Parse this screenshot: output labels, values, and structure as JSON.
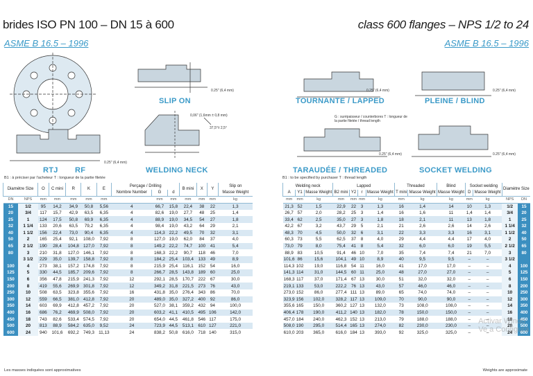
{
  "header": {
    "title_left": "brides ISO PN 100 – DN 15 à 600",
    "title_right": "class 600 flanges – NPS 1/2 to 24",
    "standard_left": "ASME B 16.5 – 1996",
    "standard_right": "ASME B 16.5 – 1996"
  },
  "diagram_labels": {
    "slip_on": "SLIP ON",
    "rtj": "RTJ",
    "rf": "RF",
    "welding_neck": "WELDING NECK",
    "lapped": "TOURNANTE / LAPPED",
    "blind": "PLEINE / BLIND",
    "threaded": "TARAUDÉE / THREADED",
    "socket_welding": "SOCKET WELDING",
    "dim_025": "0.25\" (6,4 mm)",
    "dim_006": "0,06\" (1,6mm ± 0,8 mm)",
    "angle": "37,5°± 2,5°",
    "g_note": "G : surépaisseur / counterbores  T : longueur de la partie filetée / thread length"
  },
  "footnotes": {
    "left": "B1 : à préciser par l'acheteur        T : longueur de la partie filetée",
    "right": "B1 : to be specified by purchaser        T : thread length",
    "bottom_left": "Les masses indiquées sont approximatives",
    "bottom_right": "Weights are approximate",
    "watermark_1": "Activar Windo",
    "watermark_2": "Ve a Configura"
  },
  "left_table": {
    "h_diametre": "Diamètre Size",
    "h_o": "O",
    "h_c": "C mini",
    "h_r": "R",
    "h_k": "K",
    "h_e": "E",
    "h_percage": "Perçage / Drilling",
    "h_nombre": "Nombre Number",
    "h_g": "G",
    "h_d": "d",
    "h_b": "B mini",
    "h_x": "X",
    "h_y": "Y",
    "h_slipon": "Slip on",
    "h_masse": "Masse Weight",
    "u_dn": "DN",
    "u_nps": "NPS",
    "u_mm": "mm",
    "u_kg": "kg",
    "rows": [
      [
        "15",
        "1/2",
        "95",
        "14,2",
        "34,9",
        "50,8",
        "5,56",
        "4",
        "66,7",
        "15,8",
        "22,4",
        "38",
        "22",
        "1,3"
      ],
      [
        "20",
        "3/4",
        "117",
        "15,7",
        "42,9",
        "63,5",
        "6,35",
        "4",
        "82,6",
        "19,0",
        "27,7",
        "48",
        "25",
        "1,4"
      ],
      [
        "25",
        "1",
        "124",
        "17,5",
        "50,8",
        "69,9",
        "6,35",
        "4",
        "88,9",
        "19,0",
        "34,5",
        "54",
        "27",
        "1,8"
      ],
      [
        "32",
        "1 1/4",
        "133",
        "20,6",
        "63,5",
        "79,2",
        "6,35",
        "4",
        "98,4",
        "19,0",
        "43,2",
        "64",
        "29",
        "2,1"
      ],
      [
        "40",
        "1 1/2",
        "156",
        "22,4",
        "73,0",
        "90,4",
        "6,35",
        "4",
        "114,3",
        "22,2",
        "49,5",
        "70",
        "32",
        "3,1"
      ],
      [
        "50",
        "2",
        "165",
        "25,4",
        "92,1",
        "108,0",
        "7,92",
        "8",
        "127,0",
        "19,0",
        "62,0",
        "84",
        "37",
        "4,0"
      ],
      [
        "65",
        "2 1/2",
        "190",
        "28,4",
        "104,8",
        "127,0",
        "7,92",
        "8",
        "149,2",
        "22,2",
        "74,7",
        "100",
        "41",
        "5,4"
      ],
      [
        "80",
        "3",
        "210",
        "31,8",
        "127,0",
        "146,1",
        "7,92",
        "8",
        "168,3",
        "22,2",
        "90,7",
        "118",
        "46",
        "7,0"
      ],
      [
        "",
        "3 1/2",
        "229",
        "35,0",
        "139,7",
        "158,8",
        "7,92",
        "8",
        "184,2",
        "25,4",
        "103,4",
        "133",
        "49",
        "8,9"
      ],
      [
        "100",
        "4",
        "273",
        "38,1",
        "157,2",
        "174,8",
        "7,92",
        "8",
        "215,9",
        "25,4",
        "116,1",
        "152",
        "54",
        "16,0"
      ],
      [
        "125",
        "5",
        "330",
        "44,5",
        "185,7",
        "209,6",
        "7,92",
        "8",
        "266,7",
        "28,5",
        "143,8",
        "189",
        "60",
        "25,0"
      ],
      [
        "150",
        "6",
        "356",
        "47,8",
        "215,9",
        "241,3",
        "7,92",
        "12",
        "292,1",
        "28,5",
        "170,7",
        "222",
        "67",
        "30,0"
      ],
      [
        "200",
        "8",
        "419",
        "55,6",
        "269,9",
        "301,8",
        "7,92",
        "12",
        "349,2",
        "31,8",
        "221,5",
        "273",
        "76",
        "43,0"
      ],
      [
        "250",
        "10",
        "508",
        "63,5",
        "323,8",
        "355,6",
        "7,92",
        "16",
        "431,8",
        "35,0",
        "276,4",
        "343",
        "86",
        "70,0"
      ],
      [
        "300",
        "12",
        "559",
        "66,5",
        "381,0",
        "412,8",
        "7,92",
        "20",
        "489,0",
        "35,0",
        "327,2",
        "400",
        "92",
        "86,0"
      ],
      [
        "350",
        "14",
        "603",
        "69,9",
        "412,8",
        "457,2",
        "7,92",
        "20",
        "527,0",
        "38,1",
        "359,2",
        "432",
        "94",
        "100,0"
      ],
      [
        "400",
        "16",
        "686",
        "76,2",
        "469,9",
        "508,0",
        "7,92",
        "20",
        "603,2",
        "41,1",
        "410,5",
        "495",
        "106",
        "142,0"
      ],
      [
        "450",
        "18",
        "743",
        "82,6",
        "533,4",
        "574,5",
        "7,92",
        "20",
        "654,0",
        "44,5",
        "461,8",
        "546",
        "117",
        "175,0"
      ],
      [
        "500",
        "20",
        "813",
        "88,9",
        "584,2",
        "635,0",
        "9,52",
        "24",
        "723,9",
        "44,5",
        "513,1",
        "610",
        "127",
        "221,0"
      ],
      [
        "600",
        "24",
        "940",
        "101,6",
        "692,2",
        "749,3",
        "11,13",
        "24",
        "838,2",
        "50,8",
        "616,0",
        "718",
        "140",
        "315,0"
      ]
    ]
  },
  "right_table": {
    "h_welding": "Welding neck",
    "h_lapped": "Lapped",
    "h_threaded": "Threaded",
    "h_blind": "Blind",
    "h_socket": "Socket welding",
    "h_a": "A",
    "h_y1": "Y1",
    "h_masse": "Masse Weight",
    "h_b2": "B2 mini",
    "h_y2": "Y2",
    "h_r": "r",
    "h_t": "T mini",
    "h_dd": "D",
    "h_diametre": "Diamètre Size",
    "u_mm": "mm",
    "u_kg": "kg",
    "u_nps": "NPS",
    "u_dn": "DN",
    "rows": [
      [
        "21,3",
        "52",
        "1,5",
        "22,9",
        "22",
        "3",
        "1,3",
        "16",
        "1,4",
        "14",
        "10",
        "1,3",
        "1/2",
        "15"
      ],
      [
        "26,7",
        "57",
        "2,0",
        "28,2",
        "25",
        "3",
        "1,4",
        "16",
        "1,6",
        "11",
        "1,4",
        "1,4",
        "3/4",
        "20"
      ],
      [
        "33,4",
        "62",
        "2,5",
        "35,0",
        "27",
        "3",
        "1,8",
        "18",
        "2,1",
        "11",
        "13",
        "1,8",
        "1",
        "25"
      ],
      [
        "42,2",
        "67",
        "3,2",
        "43,7",
        "29",
        "5",
        "2,1",
        "21",
        "2,6",
        "2,6",
        "14",
        "2,6",
        "1 1/4",
        "32"
      ],
      [
        "48,3",
        "70",
        "4,5",
        "50,0",
        "32",
        "6",
        "3,1",
        "22",
        "3,3",
        "3,3",
        "16",
        "3,1",
        "1 1/2",
        "40"
      ],
      [
        "60,3",
        "73",
        "5,5",
        "62,5",
        "37",
        "8",
        "4,0",
        "29",
        "4,4",
        "4,4",
        "17",
        "4,0",
        "2",
        "50"
      ],
      [
        "73,0",
        "79",
        "8,0",
        "75,4",
        "41",
        "8",
        "5,4",
        "32",
        "6,0",
        "6,0",
        "19",
        "5,5",
        "2 1/2",
        "65"
      ],
      [
        "88,9",
        "83",
        "10,5",
        "91,4",
        "46",
        "10",
        "7,0",
        "35",
        "7,4",
        "7,4",
        "21",
        "7,0",
        "3",
        "80"
      ],
      [
        "101,6",
        "86",
        "15,6",
        "104,1",
        "49",
        "10",
        "8,9",
        "40",
        "9,5",
        "9,5",
        "–",
        "–",
        "3 1/2",
        ""
      ],
      [
        "114,3",
        "102",
        "19,0",
        "116,8",
        "54",
        "11",
        "16,0",
        "41",
        "17,0",
        "17,0",
        "–",
        "–",
        "4",
        "100"
      ],
      [
        "141,3",
        "114",
        "31,0",
        "144,5",
        "60",
        "11",
        "25,0",
        "48",
        "27,0",
        "27,0",
        "–",
        "–",
        "5",
        "125"
      ],
      [
        "168,3",
        "117",
        "37,0",
        "171,4",
        "67",
        "13",
        "30,0",
        "51",
        "32,0",
        "32,0",
        "–",
        "–",
        "6",
        "150"
      ],
      [
        "219,1",
        "133",
        "53,0",
        "222,2",
        "76",
        "13",
        "43,0",
        "57",
        "46,0",
        "46,0",
        "–",
        "–",
        "8",
        "200"
      ],
      [
        "273,0",
        "152",
        "86,0",
        "277,4",
        "111",
        "13",
        "89,0",
        "65",
        "74,0",
        "74,0",
        "–",
        "–",
        "10",
        "250"
      ],
      [
        "323,9",
        "156",
        "102,0",
        "328,2",
        "117",
        "13",
        "109,0",
        "70",
        "90,0",
        "90,0",
        "–",
        "–",
        "12",
        "300"
      ],
      [
        "355,6",
        "165",
        "150,0",
        "360,2",
        "127",
        "13",
        "132,0",
        "73",
        "108,0",
        "108,0",
        "–",
        "–",
        "14",
        "350"
      ],
      [
        "406,4",
        "178",
        "190,0",
        "411,2",
        "140",
        "13",
        "182,0",
        "78",
        "150,0",
        "150,0",
        "–",
        "–",
        "16",
        "400"
      ],
      [
        "457,0",
        "184",
        "240,0",
        "462,3",
        "152",
        "13",
        "213,0",
        "79",
        "188,0",
        "188,0",
        "–",
        "–",
        "18",
        "450"
      ],
      [
        "508,0",
        "190",
        "295,0",
        "514,4",
        "165",
        "13",
        "274,0",
        "82",
        "230,0",
        "230,0",
        "–",
        "–",
        "20",
        "500"
      ],
      [
        "610,0",
        "203",
        "365,0",
        "616,0",
        "184",
        "13",
        "393,0",
        "92",
        "325,0",
        "325,0",
        "–",
        "–",
        "24",
        "600"
      ]
    ]
  }
}
